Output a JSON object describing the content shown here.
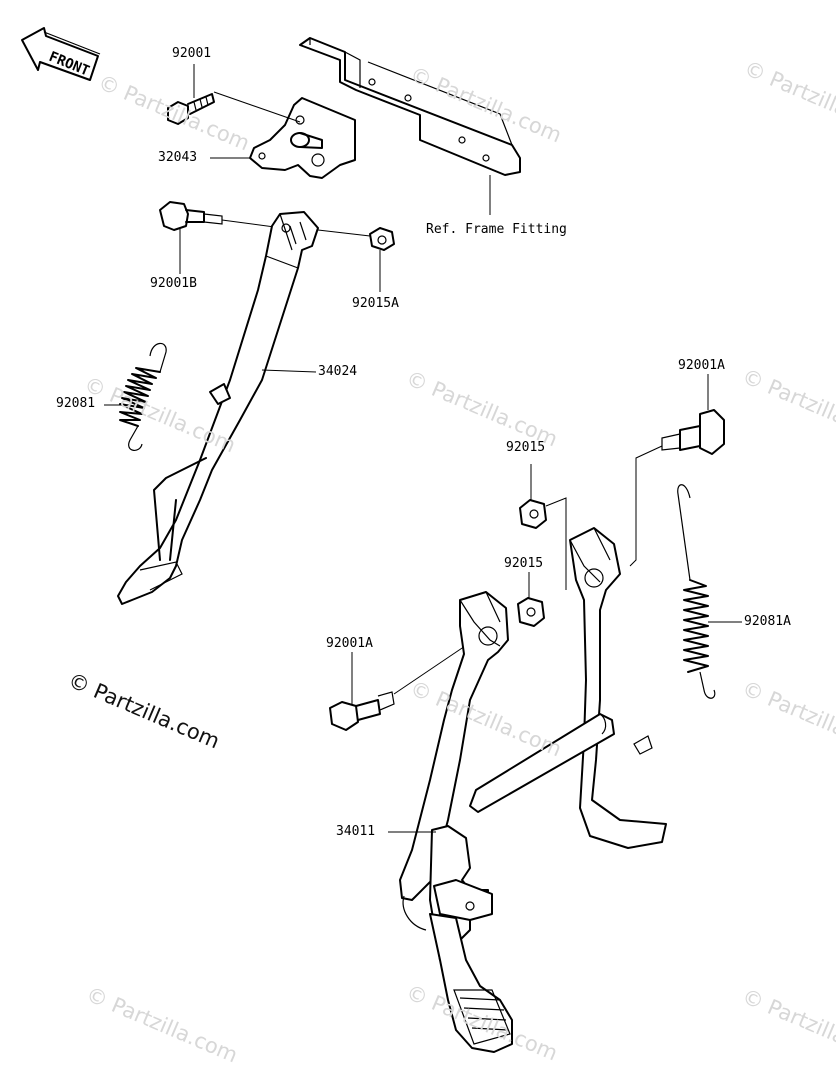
{
  "front_indicator": "FRONT",
  "reference_label": "Ref. Frame Fitting",
  "watermark": "© Partzilla.com",
  "copyright": "© Partzilla.com",
  "parts": [
    {
      "id": "p92001",
      "number": "92001"
    },
    {
      "id": "p32043",
      "number": "32043"
    },
    {
      "id": "p92001B",
      "number": "92001B"
    },
    {
      "id": "p92015A",
      "number": "92015A"
    },
    {
      "id": "p34024",
      "number": "34024"
    },
    {
      "id": "p92081",
      "number": "92081"
    },
    {
      "id": "p92001A_top",
      "number": "92001A"
    },
    {
      "id": "p92015_a",
      "number": "92015"
    },
    {
      "id": "p92015_b",
      "number": "92015"
    },
    {
      "id": "p92081A",
      "number": "92081A"
    },
    {
      "id": "p92001A_left",
      "number": "92001A"
    },
    {
      "id": "p34011",
      "number": "34011"
    }
  ]
}
